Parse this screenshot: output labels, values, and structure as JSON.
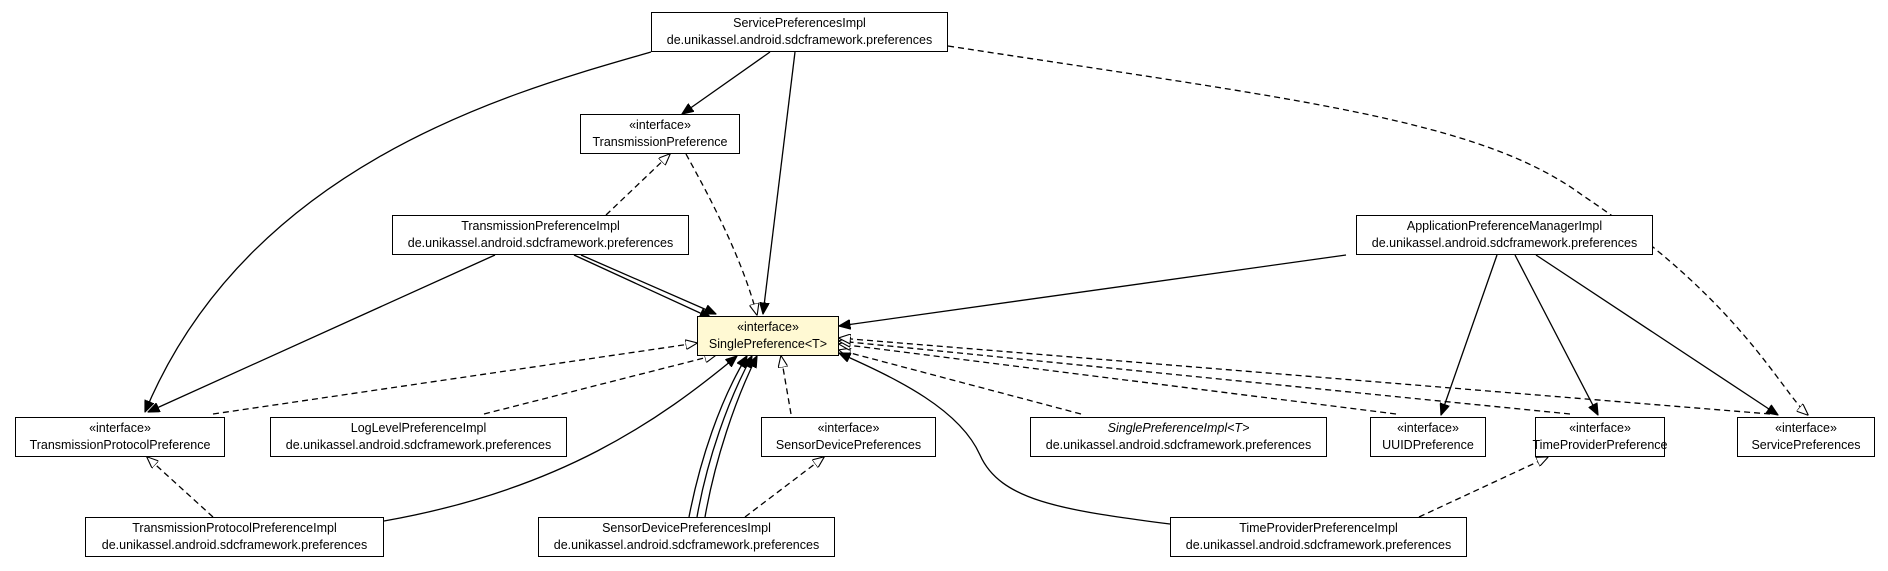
{
  "nodes": {
    "service_pref_impl": {
      "line1": "ServicePreferencesImpl",
      "line2": "de.unikassel.android.sdcframework.preferences"
    },
    "transmission_pref": {
      "line1": "«interface»",
      "line2": "TransmissionPreference"
    },
    "transmission_pref_impl": {
      "line1": "TransmissionPreferenceImpl",
      "line2": "de.unikassel.android.sdcframework.preferences"
    },
    "app_pref_manager_impl": {
      "line1": "ApplicationPreferenceManagerImpl",
      "line2": "de.unikassel.android.sdcframework.preferences"
    },
    "single_preference": {
      "line1": "«interface»",
      "line2": "SinglePreference<T>"
    },
    "transmission_protocol_pref": {
      "line1": "«interface»",
      "line2": "TransmissionProtocolPreference"
    },
    "log_level_pref_impl": {
      "line1": "LogLevelPreferenceImpl",
      "line2": "de.unikassel.android.sdcframework.preferences"
    },
    "sensor_device_prefs": {
      "line1": "«interface»",
      "line2": "SensorDevicePreferences"
    },
    "single_pref_impl": {
      "line1": "SinglePreferenceImpl<T>",
      "line2": "de.unikassel.android.sdcframework.preferences"
    },
    "uuid_pref": {
      "line1": "«interface»",
      "line2": "UUIDPreference"
    },
    "time_provider_pref": {
      "line1": "«interface»",
      "line2": "TimeProviderPreference"
    },
    "service_prefs": {
      "line1": "«interface»",
      "line2": "ServicePreferences"
    },
    "transmission_protocol_pref_impl": {
      "line1": "TransmissionProtocolPreferenceImpl",
      "line2": "de.unikassel.android.sdcframework.preferences"
    },
    "sensor_device_prefs_impl": {
      "line1": "SensorDevicePreferencesImpl",
      "line2": "de.unikassel.android.sdcframework.preferences"
    },
    "time_provider_pref_impl": {
      "line1": "TimeProviderPreferenceImpl",
      "line2": "de.unikassel.android.sdcframework.preferences"
    }
  },
  "colors": {
    "focus_fill": "#fff9d3",
    "line": "#000000",
    "node_fill": "#ffffff"
  }
}
